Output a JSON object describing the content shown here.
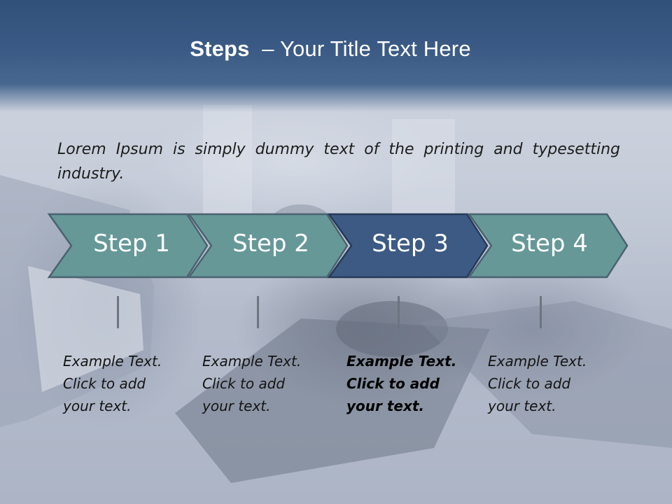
{
  "slide": {
    "title_bold": "Steps",
    "title_rest": "– Your Title Text Here",
    "intro": "Lorem Ipsum is simply dummy text of the printing and typesetting industry."
  },
  "colors": {
    "header": "#3b5b86",
    "step_fill": "#669898",
    "step_active_fill": "#3c5a84",
    "step_stroke": "#4b6270"
  },
  "steps": [
    {
      "label": "Step 1",
      "text": "Example Text.\nClick  to add\nyour text.",
      "active": false
    },
    {
      "label": "Step 2",
      "text": "Example Text.\nClick  to add\nyour text.",
      "active": false
    },
    {
      "label": "Step 3",
      "text": "Example Text.\nClick  to add\nyour text.",
      "active": true
    },
    {
      "label": "Step 4",
      "text": "Example Text.\nClick  to add\nyour text.",
      "active": false
    }
  ]
}
